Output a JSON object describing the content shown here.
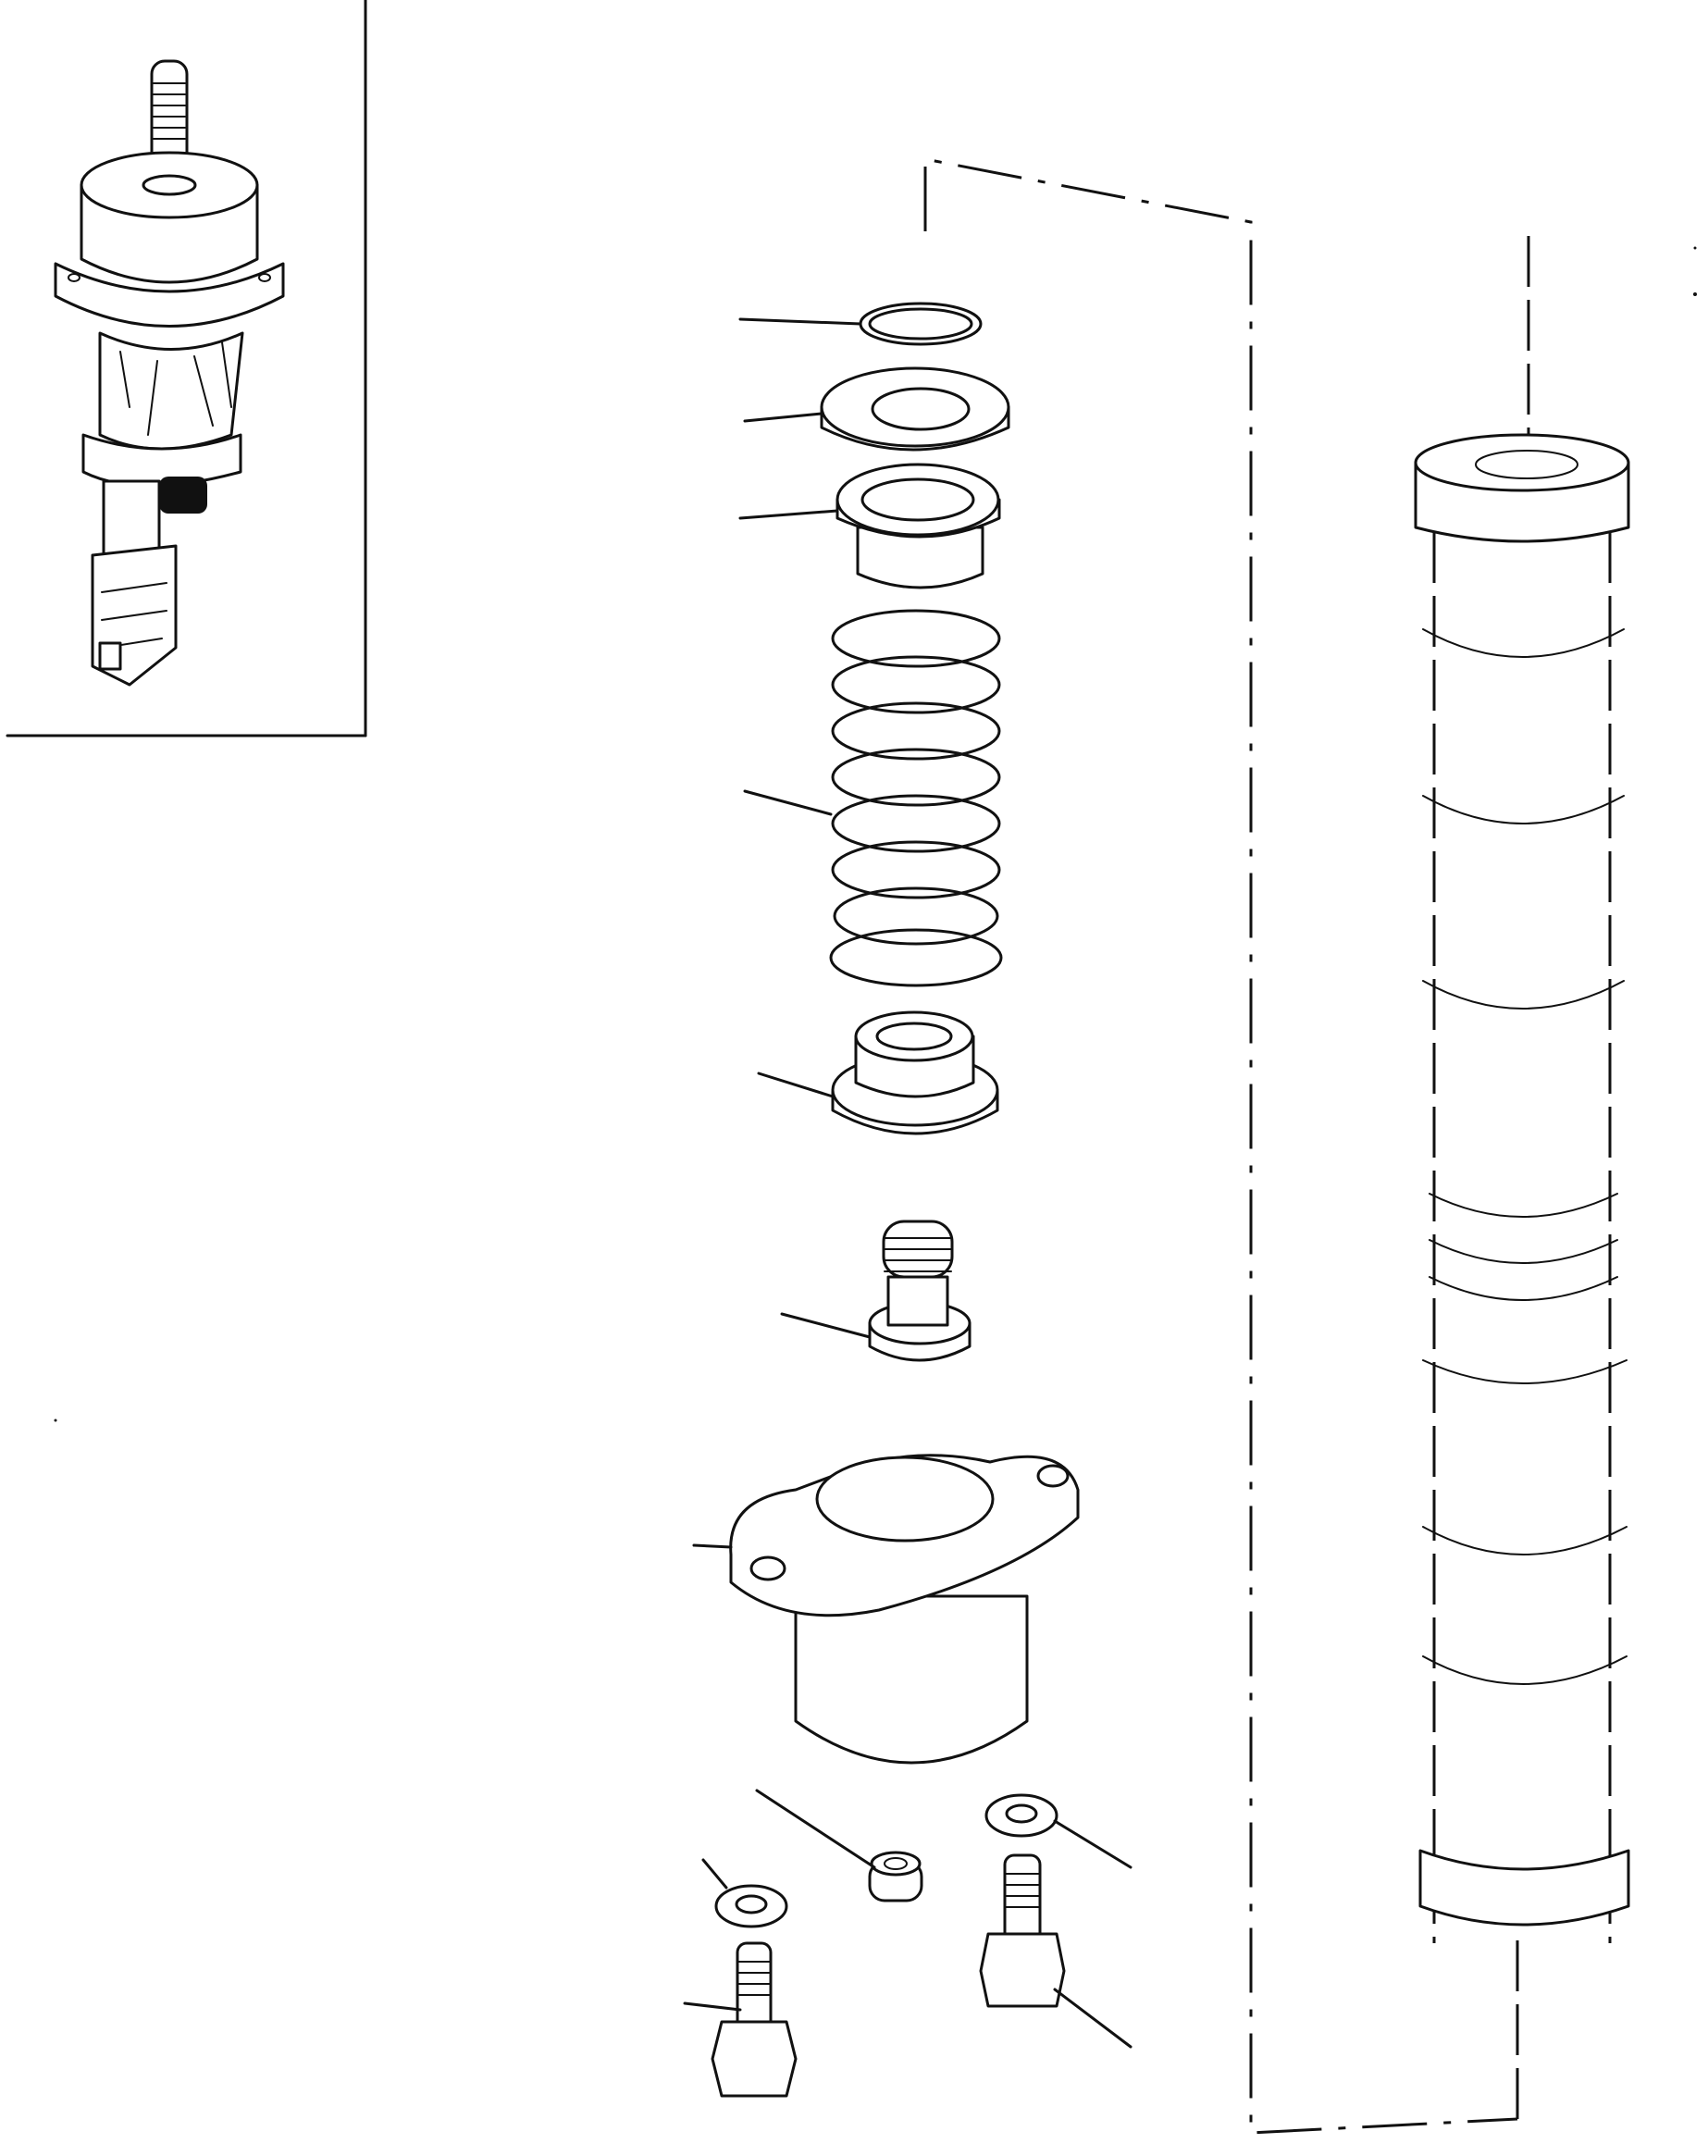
{
  "figure": {
    "kind": "exploded-parts-diagram",
    "inset": "assembled-unit-view",
    "callouts": [
      {
        "part": "o-ring"
      },
      {
        "part": "washer-plate"
      },
      {
        "part": "spring-seat-upper"
      },
      {
        "part": "coil-spring"
      },
      {
        "part": "spring-seat-lower"
      },
      {
        "part": "threaded-stem"
      },
      {
        "part": "flange-housing"
      },
      {
        "part": "bushing"
      },
      {
        "part": "washer-left"
      },
      {
        "part": "bolt-left"
      },
      {
        "part": "washer-right"
      },
      {
        "part": "bolt-right"
      }
    ]
  }
}
